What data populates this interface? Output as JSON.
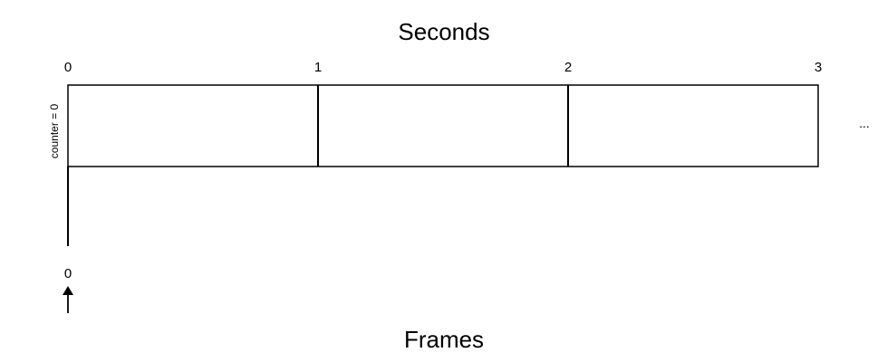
{
  "diagram": {
    "top_title": "Seconds",
    "bottom_title": "Frames",
    "side_label": "counter = 0",
    "ellipsis": "...",
    "second_ticks": [
      "0",
      "1",
      "2",
      "3"
    ],
    "frame_tick": "0"
  }
}
